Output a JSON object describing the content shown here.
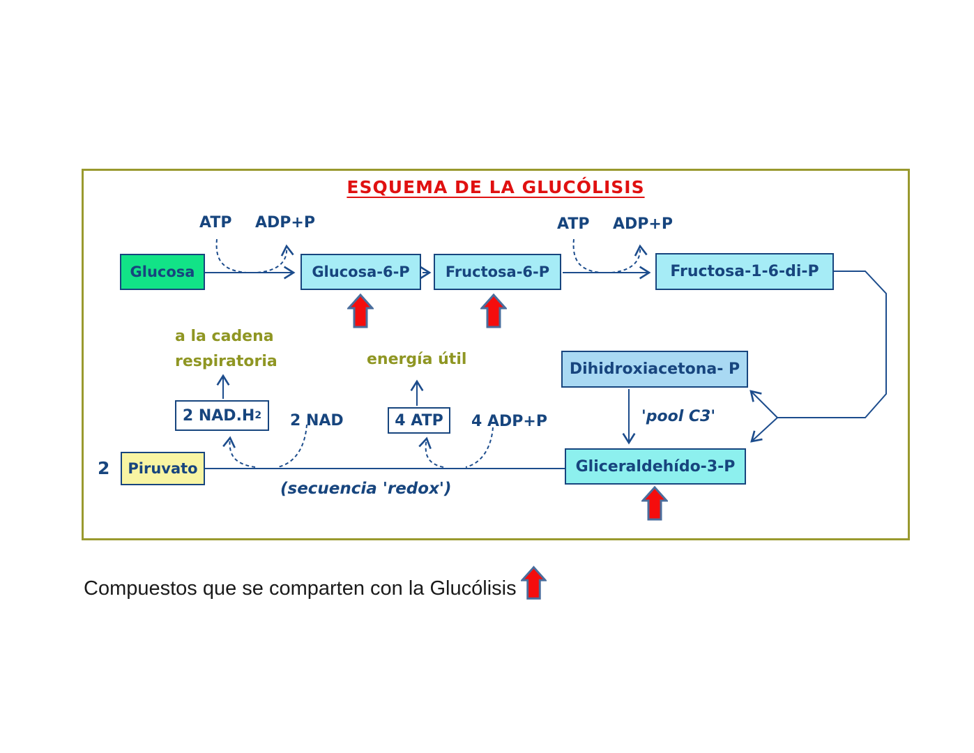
{
  "colors": {
    "title_red": "#E01010",
    "navy_text": "#17457E",
    "line_navy": "#1C4C8C",
    "olive_text": "#8F9623",
    "frame_border": "#99992E",
    "glucosa_green": "#12E387",
    "hexose_cyan": "#A6ECF6",
    "g3p_cyan": "#8DF0EE",
    "dhap_blue": "#A9D9F3",
    "piruvato_yellow": "#F8F5A3",
    "arrow_red": "#F50D0D",
    "arrow_outline": "#4A6D9C"
  },
  "diagram": {
    "title": "ESQUEMA DE LA GLUCÓLISIS",
    "nodes": {
      "glucosa": "Glucosa",
      "glucosa6p": "Glucosa-6-P",
      "fructosa6p": "Fructosa-6-P",
      "fructosa16dip": "Fructosa-1-6-di-P",
      "dihidroxiacetona": "Dihidroxiacetona- P",
      "gliceraldehido": "Gliceraldehído-3-P",
      "piruvato": "Piruvato",
      "piruvato_coeff": "2",
      "nadh2_main": "2 NAD.H",
      "nadh2_sub": "2",
      "nad": "2 NAD",
      "atp4": "4 ATP",
      "adp4": "4 ADP+P"
    },
    "cofactors": {
      "atp_1": "ATP",
      "adp_1": "ADP+P",
      "atp_2": "ATP",
      "adp_2": "ADP+P"
    },
    "annotations": {
      "cadena_line1": "a la cadena",
      "cadena_line2": "respiratoria",
      "energia": "energía útil",
      "pool": "'pool C3'",
      "secuencia": "(secuencia 'redox')"
    }
  },
  "caption": {
    "text": "Compuestos que se comparten con la Glucólisis"
  }
}
